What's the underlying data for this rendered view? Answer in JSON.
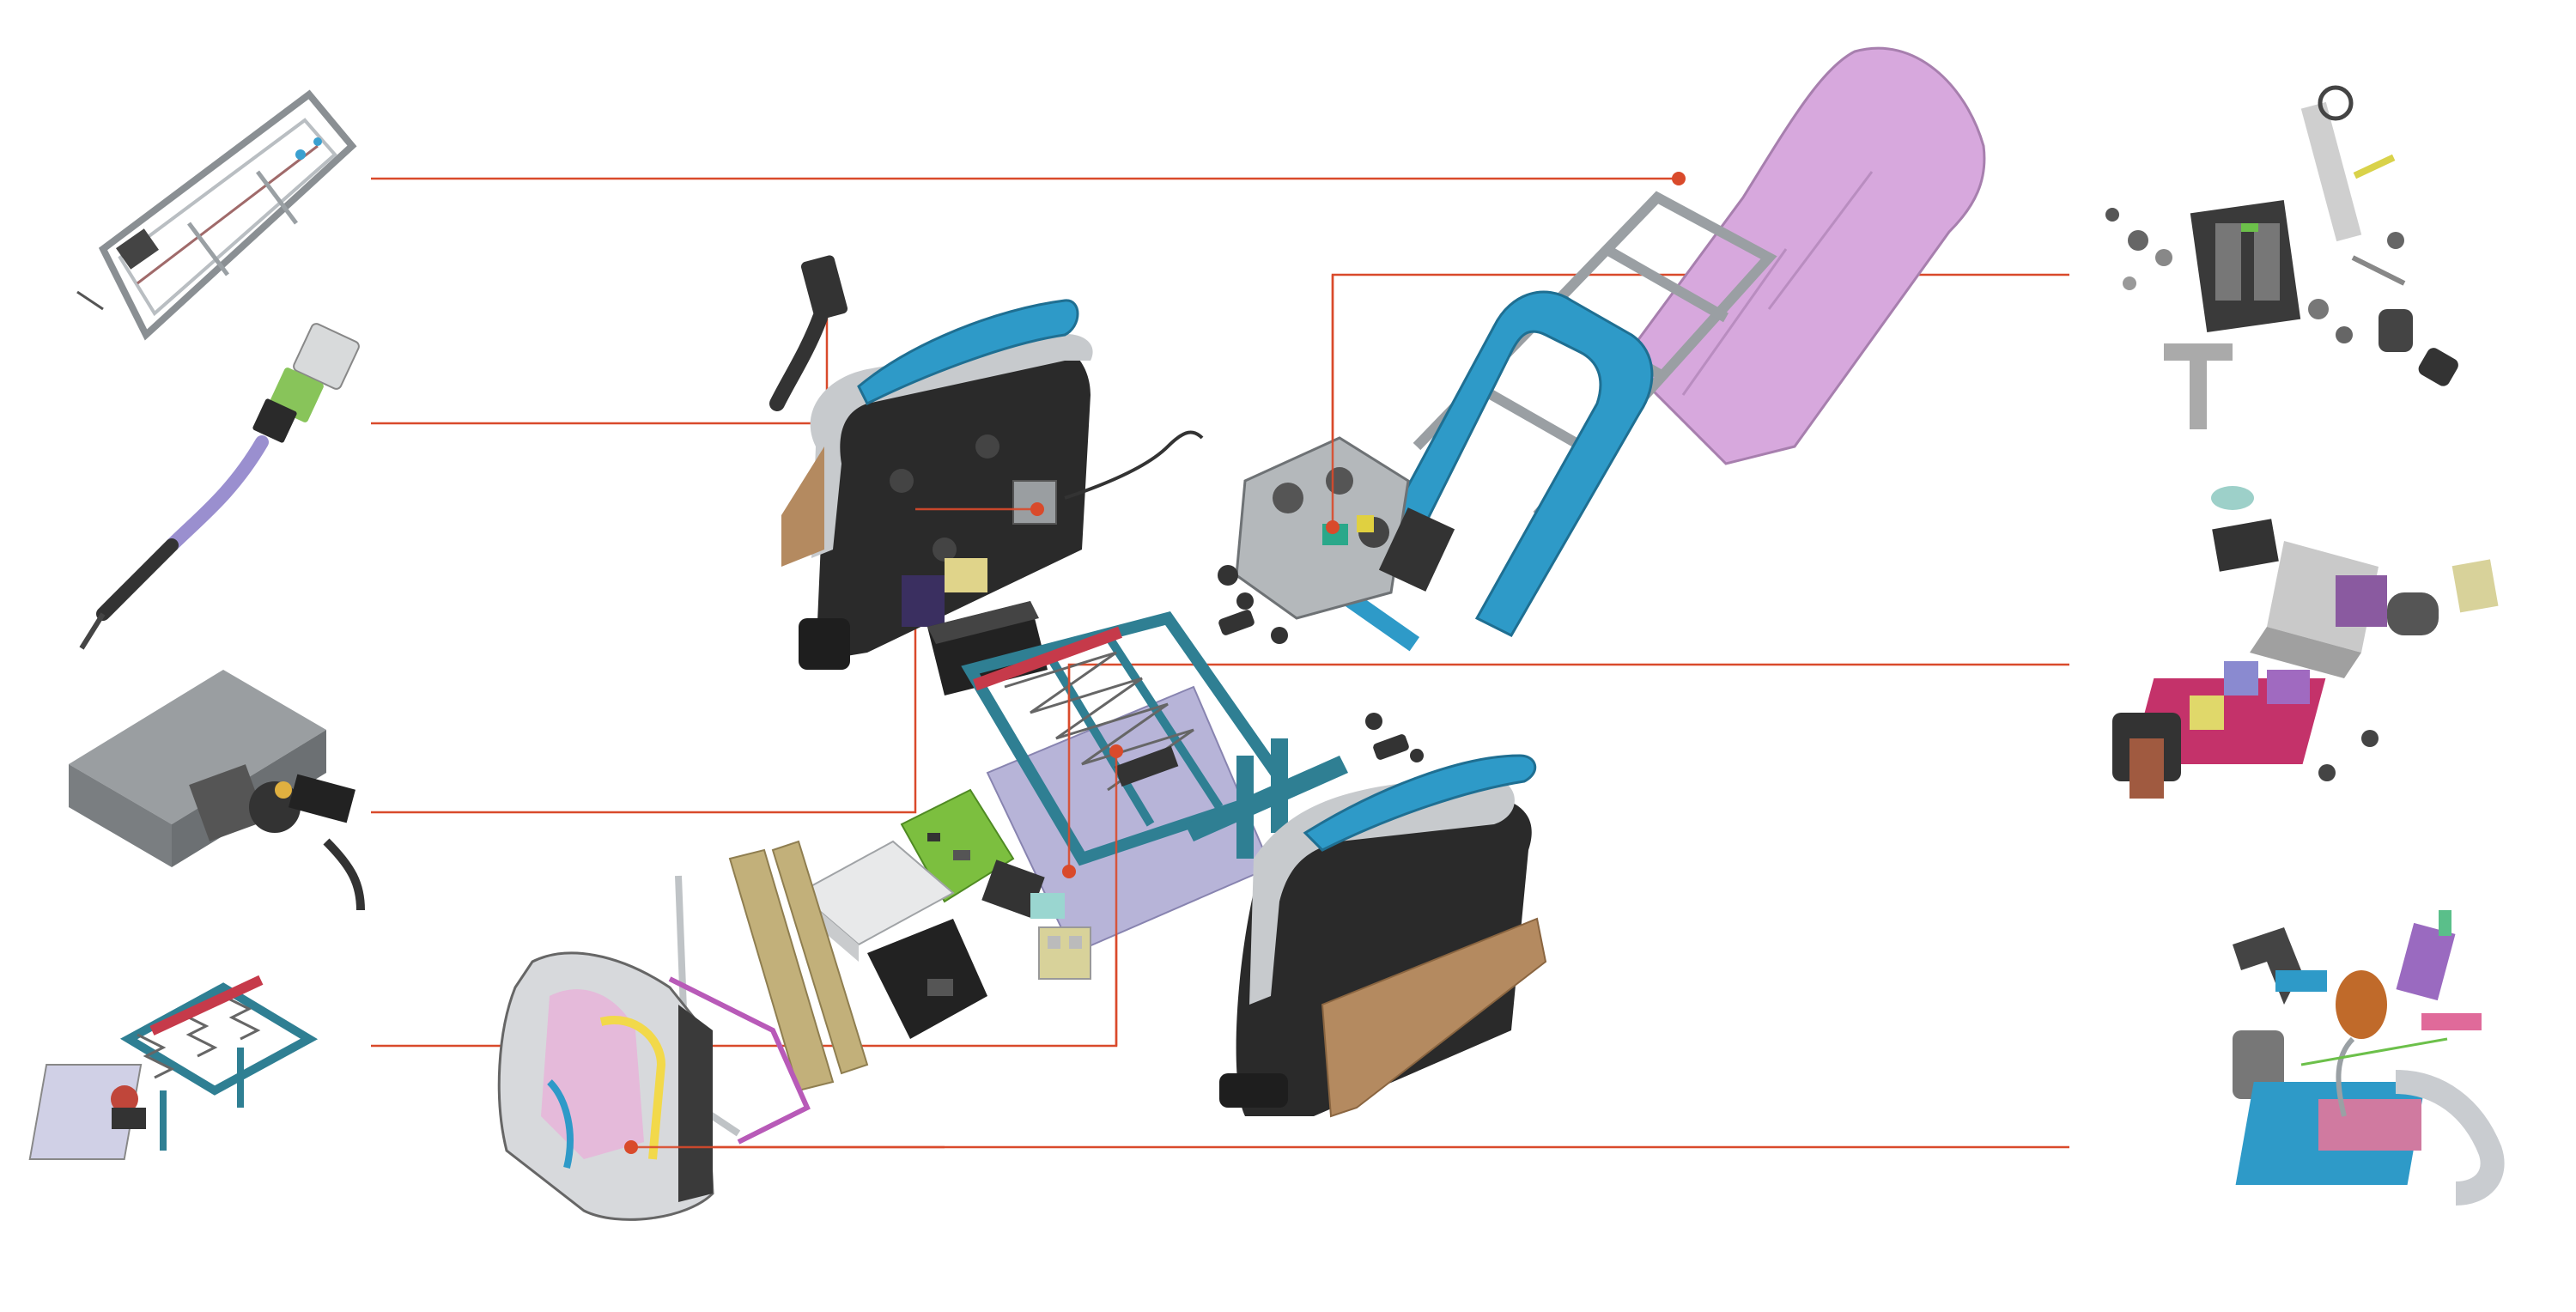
{
  "diagram": {
    "kind": "exploded-assembly-illustration",
    "colors": {
      "leader_line": "#d94a2b",
      "accent_blue": "#2e9ac8",
      "lavender": "#d7a8dd",
      "dark_body": "#2a2a2a",
      "silver": "#bfc3c6",
      "tan_panel": "#b48a60",
      "teal_frame": "#2f7f93",
      "pcb_green": "#7cbf3f",
      "red_part": "#c63a4a"
    },
    "callouts": [
      {
        "id": "rail-frame",
        "side": "left",
        "icon": "rail-frame-subassembly-icon"
      },
      {
        "id": "cable-harness",
        "side": "left",
        "icon": "cable-harness-icon"
      },
      {
        "id": "motor-housing",
        "side": "left",
        "icon": "motor-housing-icon"
      },
      {
        "id": "seat-spring-frame",
        "side": "left",
        "icon": "seat-spring-frame-icon"
      },
      {
        "id": "mechanism-parts",
        "side": "right",
        "icon": "mechanism-exploded-parts-icon"
      },
      {
        "id": "actuator-unit",
        "side": "right",
        "icon": "actuator-unit-icon"
      },
      {
        "id": "seat-mechanism",
        "side": "right",
        "icon": "seat-mechanism-icon"
      }
    ],
    "main_parts": [
      "backrest-shell",
      "armrest-left",
      "armrest-right",
      "lavender-leg-cover",
      "blue-frame",
      "gear-block",
      "control-box",
      "spring-seat-frame",
      "pcb-board",
      "battery-pack",
      "side-panel-left",
      "side-panel-right",
      "seat-cushion"
    ]
  }
}
